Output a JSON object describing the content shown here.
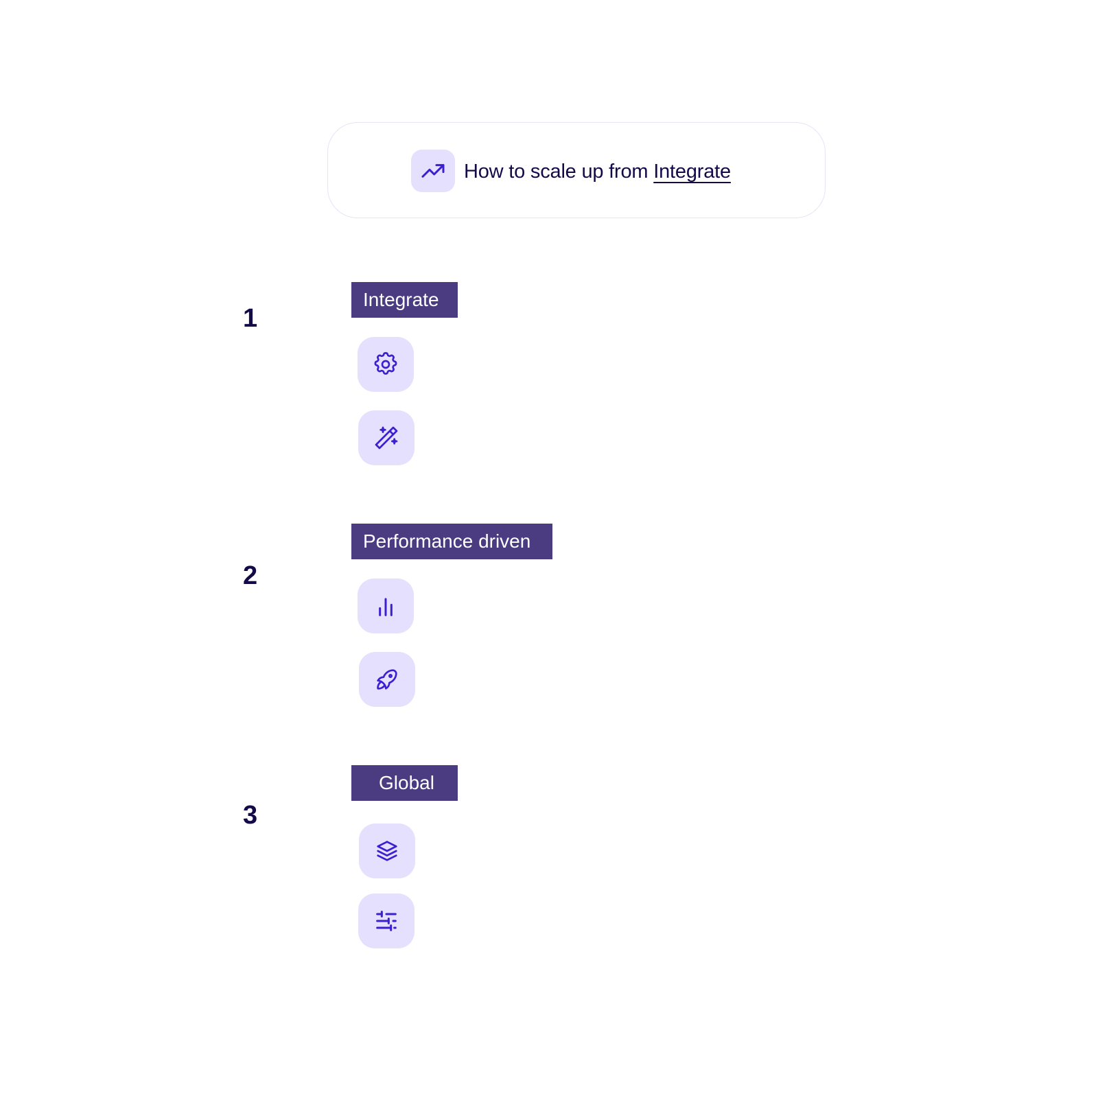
{
  "header": {
    "title_prefix": "How to scale up from",
    "title_link": "Integrate",
    "icon": "trending-up-icon"
  },
  "steps": [
    {
      "number": "1",
      "tag": "Integrate",
      "icons": [
        "gear-icon",
        "magic-wand-icon"
      ]
    },
    {
      "number": "2",
      "tag": "Performance driven",
      "icons": [
        "bar-chart-icon",
        "rocket-icon"
      ]
    },
    {
      "number": "3",
      "tag": "Global",
      "icons": [
        "layers-icon",
        "sliders-icon"
      ]
    }
  ],
  "colors": {
    "text_dark": "#140a4a",
    "tag_background": "#4b3b80",
    "icon_tile_background": "#e4e0fd",
    "icon_stroke": "#3b1fd0",
    "card_border": "#e6e4f7"
  }
}
